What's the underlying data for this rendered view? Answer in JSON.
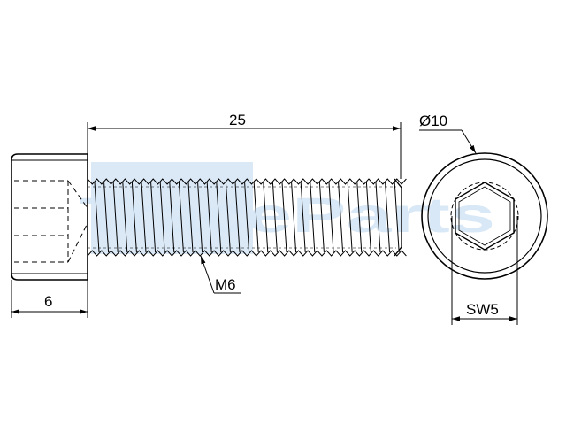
{
  "drawing": {
    "watermark": "TraceParts",
    "dimensions": {
      "length": "25",
      "head_height": "6",
      "thread": "M6",
      "head_diameter": "Ø10",
      "hex_socket": "SW5"
    }
  },
  "colors": {
    "line": "#000000",
    "watermark_box": "#dbe9f7",
    "watermark_text": "#d9e8f6",
    "background": "#ffffff"
  }
}
